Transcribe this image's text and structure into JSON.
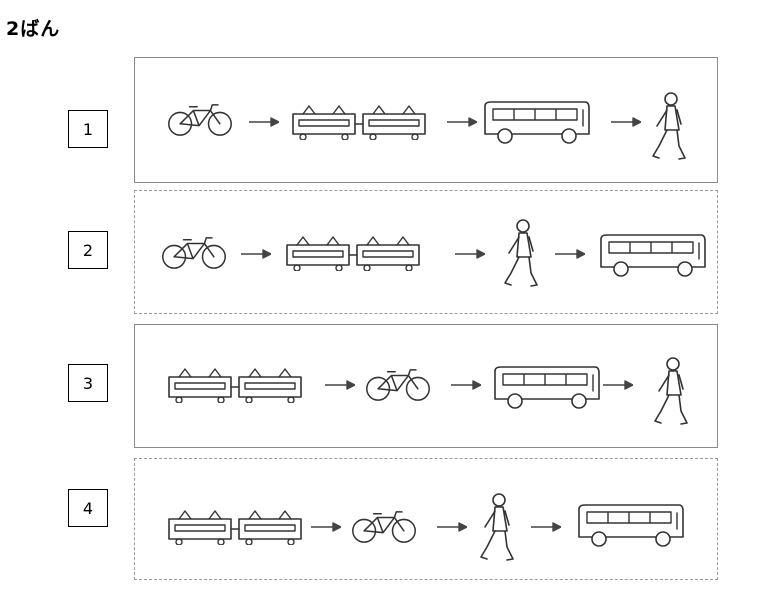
{
  "title": "2ばん",
  "options": [
    {
      "number": "1",
      "sequence": [
        "bicycle-icon",
        "train-icon",
        "bus-icon",
        "walking-person-icon"
      ]
    },
    {
      "number": "2",
      "sequence": [
        "bicycle-icon",
        "train-icon",
        "walking-person-icon",
        "bus-icon"
      ]
    },
    {
      "number": "3",
      "sequence": [
        "train-icon",
        "bicycle-icon",
        "bus-icon",
        "walking-person-icon"
      ]
    },
    {
      "number": "4",
      "sequence": [
        "train-icon",
        "bicycle-icon",
        "walking-person-icon",
        "bus-icon"
      ]
    }
  ]
}
